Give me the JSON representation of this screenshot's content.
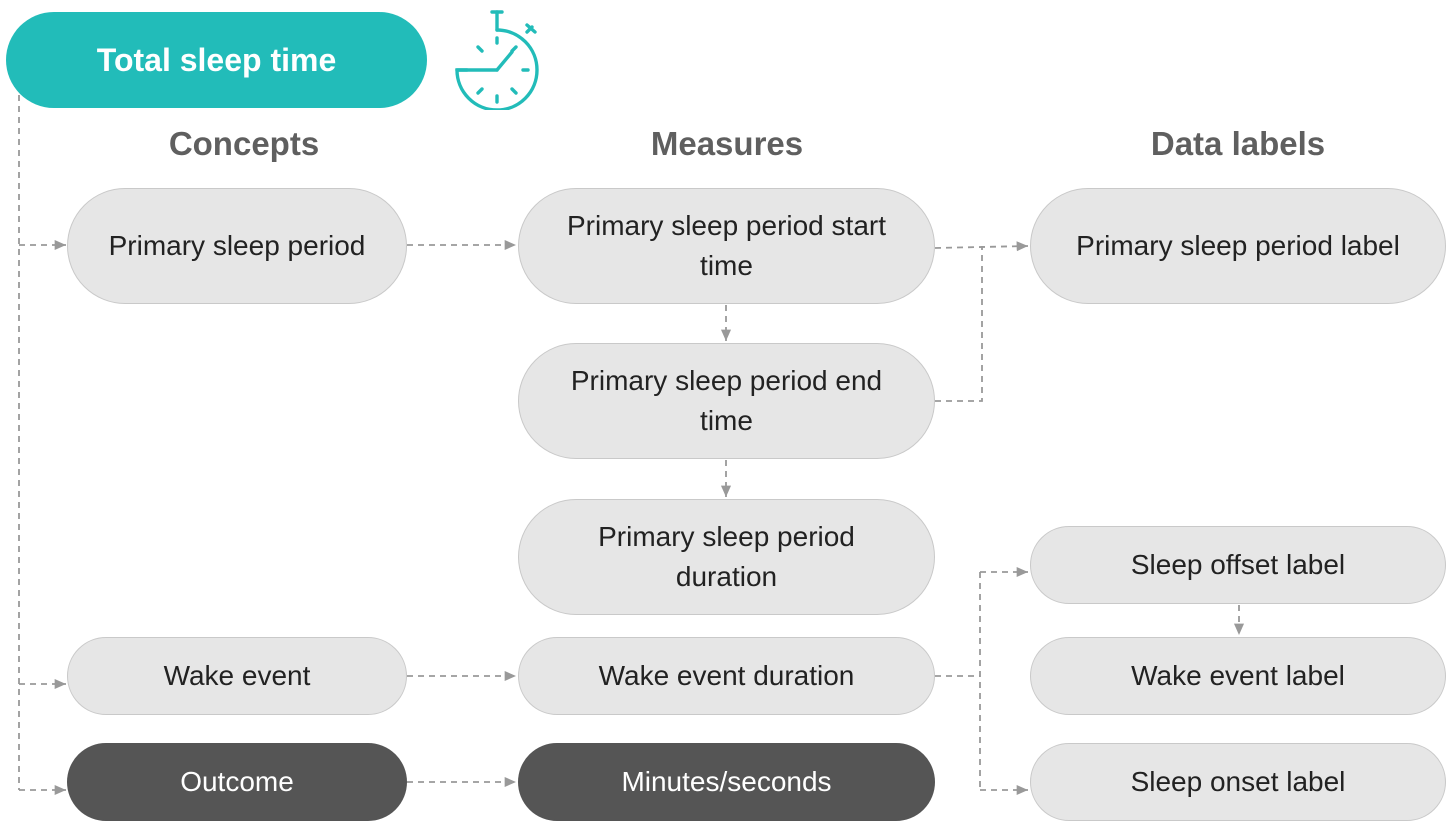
{
  "title": "Total sleep time",
  "title_icon": "stopwatch-icon",
  "colors": {
    "accent": "#22bcb9",
    "node_fill": "#e6e6e6",
    "node_border": "#c9c9c9",
    "outcome_fill": "#555555",
    "heading_text": "#5f5f5f",
    "connector": "#999999"
  },
  "columns": {
    "concepts": "Concepts",
    "measures": "Measures",
    "data_labels": "Data labels"
  },
  "concepts": {
    "primary_sleep_period": "Primary sleep period",
    "wake_event": "Wake event",
    "outcome": "Outcome"
  },
  "measures": {
    "psp_start": "Primary sleep period start time",
    "psp_end": "Primary sleep period end time",
    "psp_duration": "Primary sleep period duration",
    "wake_duration": "Wake event duration",
    "outcome_unit": "Minutes/seconds"
  },
  "data_labels": {
    "psp_label": "Primary sleep period label",
    "sleep_offset": "Sleep offset label",
    "wake_event": "Wake event label",
    "sleep_onset": "Sleep onset label"
  }
}
